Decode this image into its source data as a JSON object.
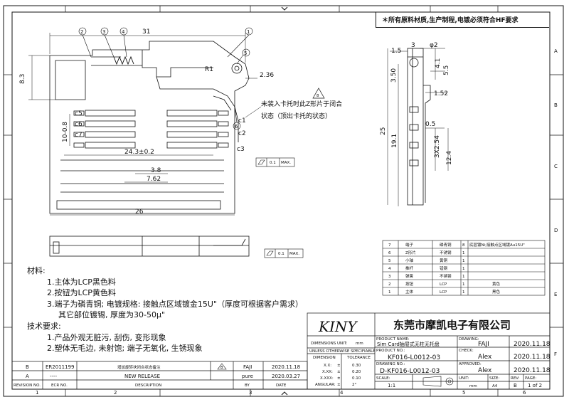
{
  "header_note": "＊所有原料材质,生产制程,电镀必须符合HF要求",
  "border": {
    "cols": [
      "1",
      "2",
      "3",
      "4",
      "5",
      "6"
    ],
    "rows": [
      "A",
      "B",
      "C",
      "D",
      "E",
      "F"
    ]
  },
  "dimensions": {
    "d31": "31",
    "d83": "8.3",
    "d2_36": "2.36",
    "dR1": "R1",
    "d24": "24.3±0.2",
    "d38": "3.8",
    "d762": "7.62",
    "d26": "26",
    "d10": "10-0.8",
    "c1": "c1",
    "c2": "c2",
    "c3": "c3",
    "c5": "c5",
    "c6": "c6",
    "c7": "c7",
    "flat1": "0.1",
    "flat2": "0.1",
    "max": "MAX.",
    "d15": "1.5",
    "d3": "3",
    "phi2": "φ2",
    "d41": "4.1",
    "d55": "5.5",
    "d350": "3.50",
    "d152": "1.52",
    "d25": "25",
    "d191": "19.1",
    "d05": "0.5",
    "d3x254": "3X2.54",
    "d124": "12.4"
  },
  "balloons": [
    "1",
    "2",
    "3",
    "4",
    "5",
    "6",
    "8"
  ],
  "callout": {
    "line1": "未装入卡托时此Z形片于闭合",
    "line2": "状态（顶出卡托的状态）",
    "tag": "8"
  },
  "notes": {
    "materials_title": "材料:",
    "m1": "1.主体为LCP黑色料",
    "m2": "2.按钮为LCP黄色料",
    "m3": "3.端子为磷青铜; 电镀规格: 接触点区域镀金15U\"（厚度可根据客户需求）",
    "m3b": "其它部位镀锡, 厚度为30-50μ\"",
    "tech_title": "技术要求:",
    "t1": "1.产品外观无脏污, 刮伤, 变形现象",
    "t2": "2.塑体无毛边, 未射饱; 端子无氧化, 生锈现象"
  },
  "bom": {
    "rows": [
      {
        "no": "7",
        "name": "端子",
        "mat": "磷青铜",
        "qty": "8",
        "note": "底层镀Ni;接触点区域镀Au15U\""
      },
      {
        "no": "6",
        "name": "Z形片",
        "mat": "不锈钢",
        "qty": "1",
        "note": ""
      },
      {
        "no": "5",
        "name": "小轴",
        "mat": "黄铜",
        "qty": "1",
        "note": ""
      },
      {
        "no": "4",
        "name": "推杆",
        "mat": "锰钢",
        "qty": "1",
        "note": ""
      },
      {
        "no": "3",
        "name": "弹簧",
        "mat": "不锈钢",
        "qty": "1",
        "note": ""
      },
      {
        "no": "2",
        "name": "按钮",
        "mat": "LCP",
        "qty": "1",
        "note": "黄色"
      },
      {
        "no": "1",
        "name": "主体",
        "mat": "LCP",
        "qty": "1",
        "note": "黑色"
      }
    ]
  },
  "title_block": {
    "logo": "KINY",
    "company": "东莞市摩凯电子有限公司",
    "dim_unit_label": "DIMENSIONS UNIT:",
    "dim_unit": "mm",
    "unless": "UNLESS OTHERWISE SPECIFIABLE",
    "dim_col": "DIMENSION",
    "tol_col": "TOLERANCE",
    "tol": [
      [
        "X.X:",
        "±",
        "0.30"
      ],
      [
        "X.XX:",
        "±",
        "0.20"
      ],
      [
        "X.XXX:",
        "±",
        "0.10"
      ],
      [
        "ANGULAR:",
        "±",
        "2°"
      ]
    ],
    "product_name_label": "PRODUCT NAME:",
    "product_name": "Sim Card抽屉式无柱无托盘",
    "product_no_label": "PRODUCT NO.:",
    "product_no": "KF016-L0012-03",
    "drawing_no_label": "DRAWING NO.:",
    "drawing_no": "D-KF016-L0012-03",
    "drawing_label": "DRAWING:",
    "drawer": "FAJI",
    "drawer_date": "2020.11.18",
    "check_label": "CHECK:",
    "checker": "Alex",
    "check_date": "2020.11.18",
    "approved_label": "APPROVED:",
    "approver": "Alex",
    "approve_date": "2020.11.18",
    "scale_label": "SCALE:",
    "scale": "1:1",
    "unit_label": "UNIT:",
    "unit": "mm",
    "size_label": "SIZE:",
    "size": "A4",
    "rev_label": "REV:",
    "rev": "B",
    "page_label": "PAGE:",
    "page": "1 of 2"
  },
  "revisions": {
    "rows": [
      {
        "rev": "B",
        "ecr": "ER2011199",
        "desc": "增加旋转块闭合状态备注",
        "tag": "8",
        "by": "FAJI",
        "date": "2020.11.18"
      },
      {
        "rev": "A",
        "ecr": "----",
        "desc": "NEW RELEASE",
        "tag": "",
        "by": "pure",
        "date": "2020.03.27"
      }
    ],
    "headers": {
      "rev": "REVISION NO.",
      "ecr": "ECR NO.",
      "desc": "DESCRIPTION",
      "by": "BY",
      "date": "DATE"
    }
  }
}
